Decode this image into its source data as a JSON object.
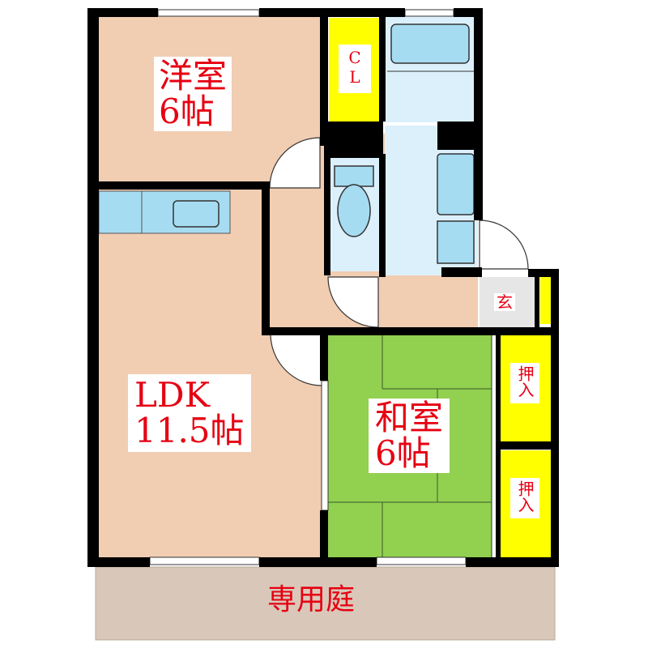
{
  "rooms": {
    "western": {
      "name": "洋室",
      "size": "6帖"
    },
    "ldk": {
      "name": "LDK",
      "size": "11.5帖"
    },
    "japanese": {
      "name": "和室",
      "size": "6帖"
    }
  },
  "labels": {
    "closet": "CL",
    "entrance": "玄",
    "oshiire_top": "押入",
    "oshiire_bottom": "押入",
    "garden": "専用庭"
  },
  "colors": {
    "wall": "#000000",
    "floor_wood": "#f1cdb2",
    "tatami": "#92d050",
    "storage": "#ffff00",
    "wet_area": "#dcf0fc",
    "fixture": "#a6dcf2",
    "garden": "#d9c8b9",
    "text": "#e60012"
  }
}
